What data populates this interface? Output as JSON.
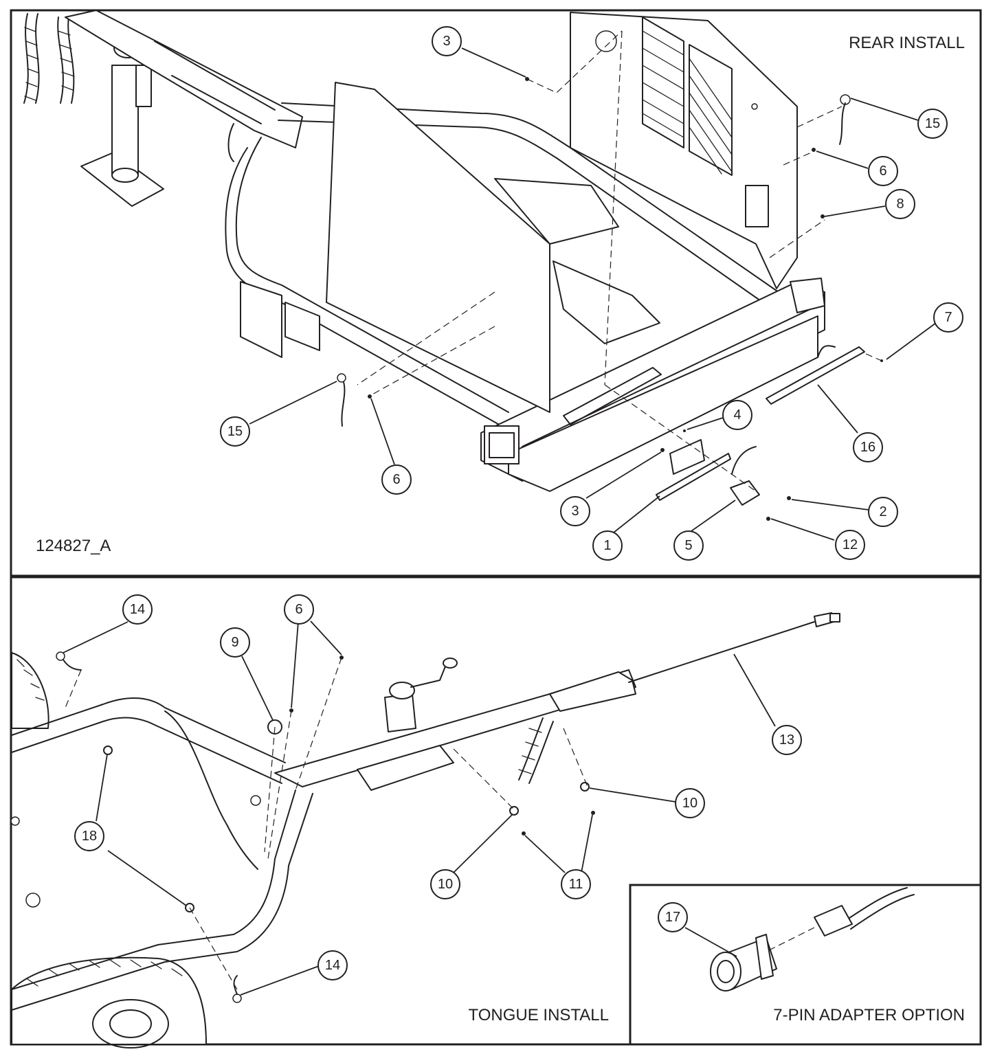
{
  "drawing_number": "124827_A",
  "panels": {
    "rear": {
      "title": "REAR INSTALL"
    },
    "tongue": {
      "title": "TONGUE INSTALL"
    },
    "adapter": {
      "title": "7-PIN ADAPTER OPTION"
    }
  },
  "callouts": {
    "rear": [
      "3",
      "15",
      "6",
      "8",
      "7",
      "16",
      "4",
      "15",
      "6",
      "3",
      "1",
      "5",
      "2",
      "12"
    ],
    "tongue": [
      "14",
      "6",
      "9",
      "13",
      "10",
      "18",
      "10",
      "11",
      "14"
    ],
    "adapter": [
      "17"
    ]
  },
  "colors": {
    "line": "#231f20",
    "background": "#ffffff"
  }
}
